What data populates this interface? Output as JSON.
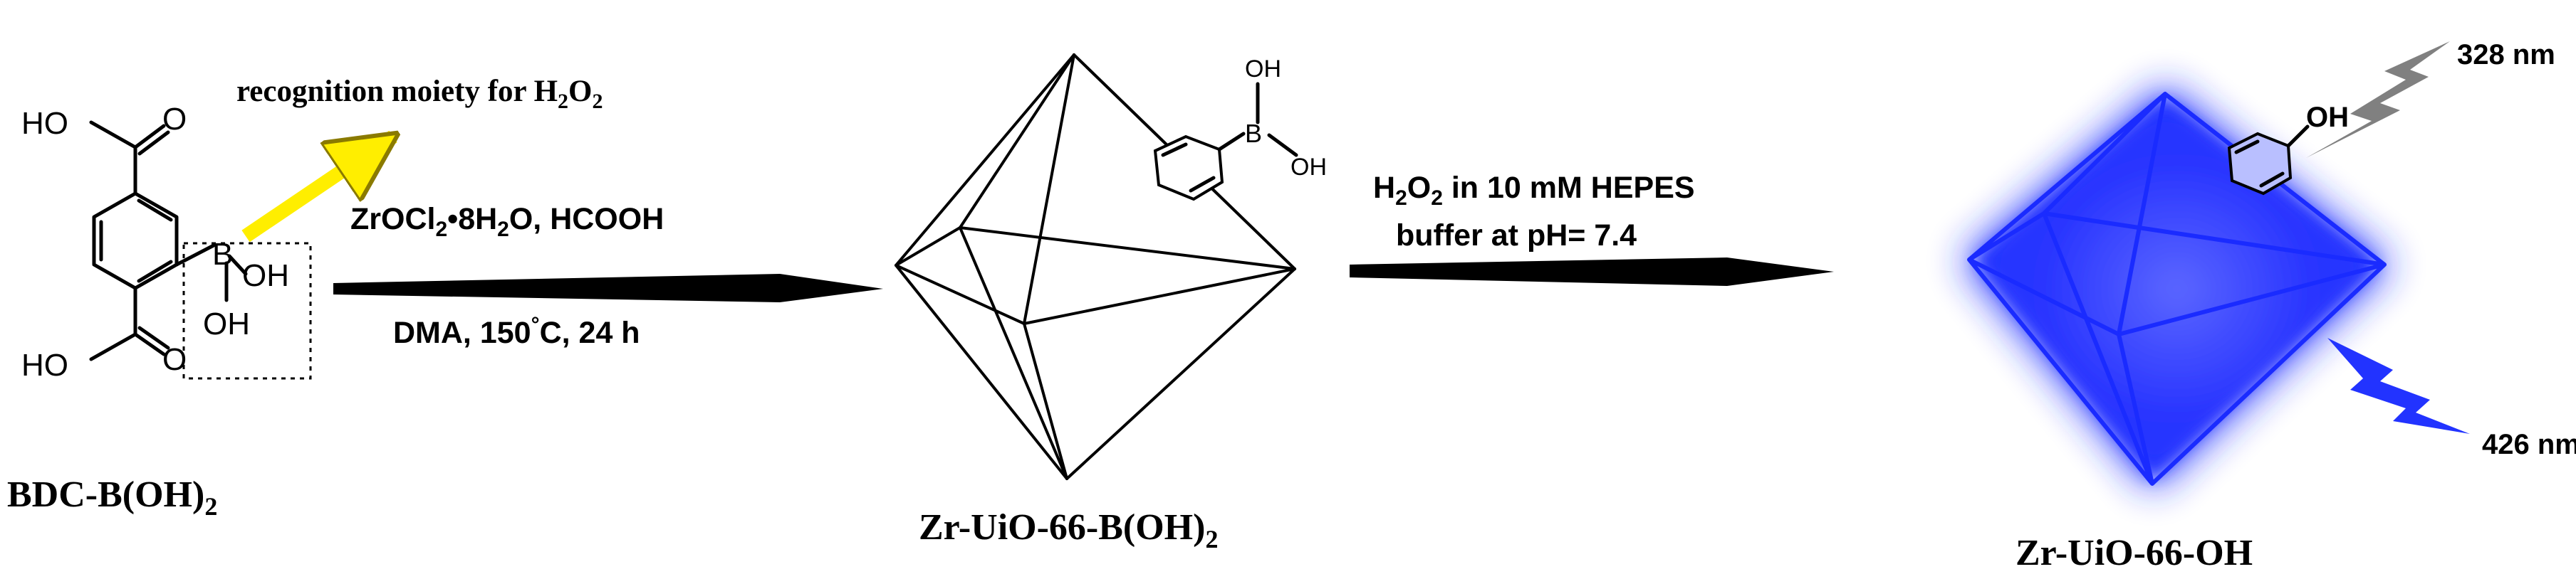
{
  "reactant": {
    "name": "BDC-B(OH)",
    "name_sub": "2",
    "atoms": {
      "ho_top": "HO",
      "o_top": "O",
      "ho_bottom": "HO",
      "o_bottom": "O",
      "b": "B",
      "oh1": "OH",
      "oh2": "OH"
    }
  },
  "annotation": {
    "text": "recognition moiety for H",
    "sub1": "2",
    "mid": "O",
    "sub2": "2",
    "arrow_color": "#ffee00"
  },
  "step1": {
    "reagent_a": "ZrOCl",
    "reagent_a_sub": "2",
    "reagent_b": "•8H",
    "reagent_b_sub": "2",
    "reagent_c": "O, HCOOH",
    "conditions_a": "DMA, 150",
    "conditions_deg": "°",
    "conditions_b": "C, 24 h"
  },
  "intermediate": {
    "name": "Zr-UiO-66-B(OH)",
    "name_sub": "2",
    "atoms": {
      "oh_top": "OH",
      "b": "B",
      "oh_bottom": "OH"
    }
  },
  "step2": {
    "line1_a": "H",
    "line1_sub1": "2",
    "line1_b": "O",
    "line1_sub2": "2",
    "line1_c": " in 10 mM HEPES",
    "line2": "buffer at pH= 7.4"
  },
  "product": {
    "name": "Zr-UiO-66-OH",
    "oh": "OH",
    "excitation": "328 nm",
    "emission": "426 nm",
    "glow_color": "#2233ff"
  }
}
